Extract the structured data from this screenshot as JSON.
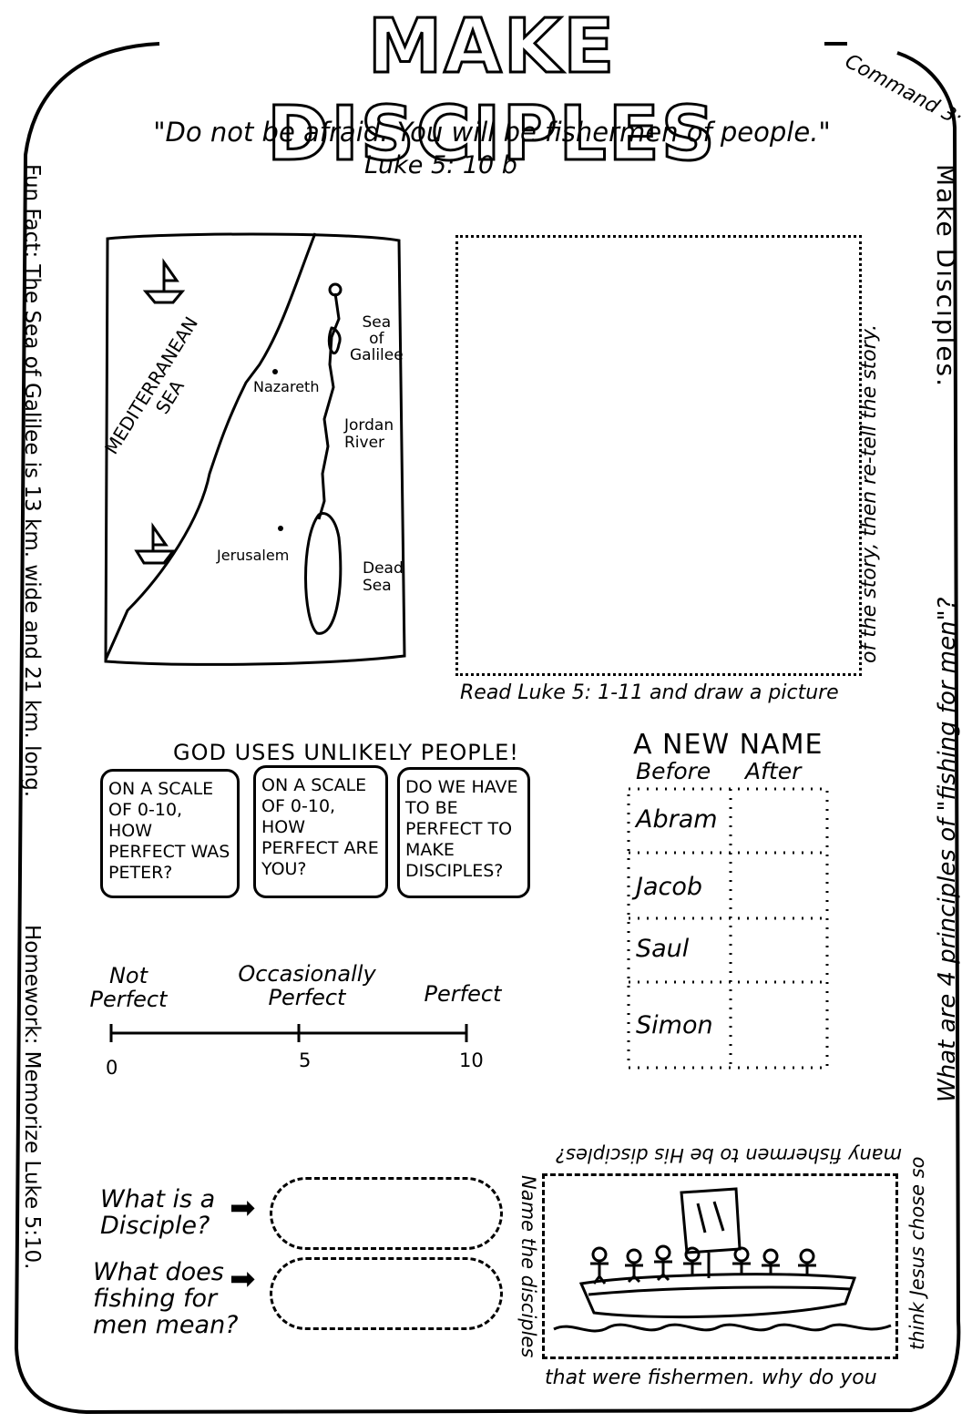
{
  "title": "MAKE DISCIPLES",
  "command": "Command 3:",
  "right_vertical": "Make Disciples.",
  "quote": "\"Do not be afraid. You will be fishermen of people.\"",
  "quote_ref": "Luke 5: 10 b",
  "fun_fact": "Fun Fact: The Sea of Galilee is 13 km. wide and 21 km. long.",
  "homework": "Homework: Memorize Luke 5:10.",
  "right_question": "What are 4 principles of \"fishing for men\"?",
  "map": {
    "sea": [
      "MEDITERRANEAN",
      "SEA"
    ],
    "labels": {
      "sea_of_galilee": [
        "Sea",
        "of",
        "Galilee"
      ],
      "nazareth": "Nazareth",
      "jordan_river": [
        "Jordan",
        "River"
      ],
      "jerusalem": "Jerusalem",
      "dead_sea": [
        "Dead",
        "Sea"
      ]
    }
  },
  "draw_box": {
    "caption_bottom": "Read Luke 5: 1-11 and draw a picture",
    "caption_side": "of the story, then re-tell the story."
  },
  "unlikely": {
    "heading": "GOD USES UNLIKELY PEOPLE!",
    "boxes": [
      "ON A SCALE OF 0-10, HOW PERFECT WAS PETER?",
      "ON A SCALE OF 0-10, HOW PERFECT ARE YOU?",
      "DO WE HAVE TO BE PERFECT TO MAKE DISCIPLES?"
    ]
  },
  "scale": {
    "labels": [
      "Not Perfect",
      "Occasionally Perfect",
      "Perfect"
    ],
    "ticks": [
      "0",
      "5",
      "10"
    ]
  },
  "new_name": {
    "heading": "A NEW NAME",
    "before": "Before",
    "after": "After",
    "names": [
      "Abram",
      "Jacob",
      "Saul",
      "Simon"
    ]
  },
  "questions": [
    "What is a Disciple?",
    "What does fishing for men mean?"
  ],
  "boat_box": {
    "top": "many fishermen to be His disciples?",
    "right": "think Jesus chose so",
    "bottom": "that were fishermen. why do you",
    "left": "Name the disciples"
  }
}
